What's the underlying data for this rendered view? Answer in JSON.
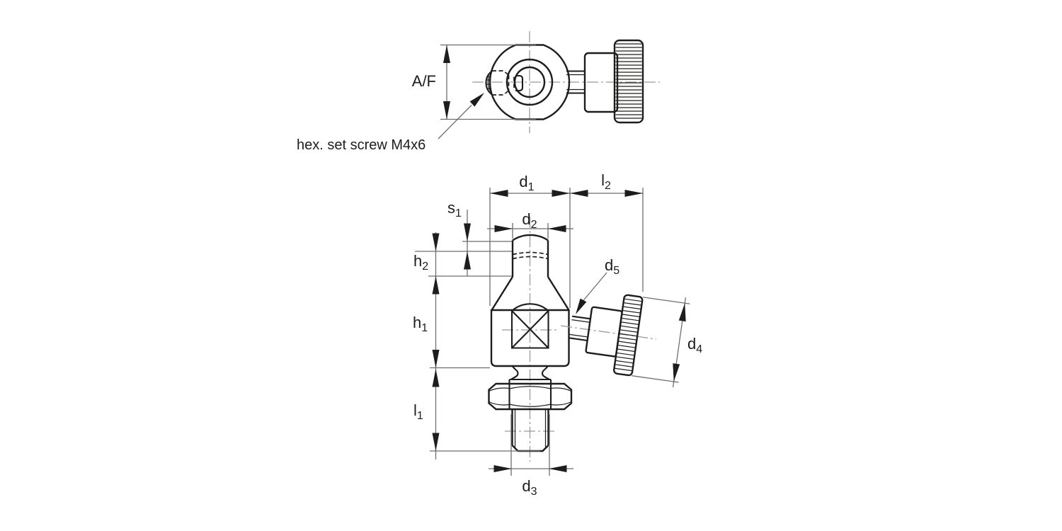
{
  "colors": {
    "background": "#ffffff",
    "outline": "#1d1d1b",
    "dimension_lines": "#6e6e6e",
    "centerlines": "#9b9b9b",
    "text": "#1d1d1b"
  },
  "callouts": {
    "af_label": "A/F",
    "set_screw_note": "hex. set screw M4x6"
  },
  "dimensions": {
    "d1": {
      "base": "d",
      "sub": "1"
    },
    "d2": {
      "base": "d",
      "sub": "2"
    },
    "d3": {
      "base": "d",
      "sub": "3"
    },
    "d4": {
      "base": "d",
      "sub": "4"
    },
    "d5": {
      "base": "d",
      "sub": "5"
    },
    "h1": {
      "base": "h",
      "sub": "1"
    },
    "h2": {
      "base": "h",
      "sub": "2"
    },
    "l1": {
      "base": "l",
      "sub": "1"
    },
    "l2": {
      "base": "l",
      "sub": "2"
    },
    "s1": {
      "base": "s",
      "sub": "1"
    }
  }
}
